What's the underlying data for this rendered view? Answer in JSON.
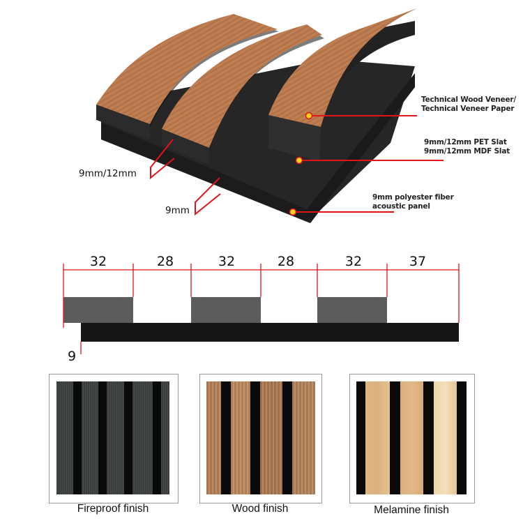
{
  "exploded_view": {
    "callouts": [
      {
        "id": "veneer",
        "lines": [
          "Technical Wood Veneer/",
          "Technical Veneer Paper"
        ]
      },
      {
        "id": "slat",
        "lines": [
          "9mm/12mm PET Slat",
          "9mm/12mm MDF Slat"
        ]
      },
      {
        "id": "base",
        "lines": [
          "9mm polyester fiber",
          "acoustic panel"
        ]
      }
    ],
    "dimensions": {
      "slat_thickness": "9mm/12mm",
      "base_thickness": "9mm"
    },
    "colors": {
      "wood": "#b9774c",
      "felt": "#2a2a2a",
      "callout_line": "#e0141b",
      "callout_dot": "#ffd21a"
    }
  },
  "cross_section": {
    "widths": [
      "32",
      "28",
      "32",
      "28",
      "32",
      "37"
    ],
    "base_offset": "9",
    "colors": {
      "slat": "#5c5c5c",
      "base": "#161616",
      "dimension_line": "#e0141b"
    }
  },
  "finishes": [
    {
      "label": "Fireproof finish",
      "slat_color": "#3d4140",
      "gap_color": "#0a0a0a"
    },
    {
      "label": "Wood finish",
      "slat_color": "#a57a55",
      "gap_color": "#0a0a0a"
    },
    {
      "label": "Melamine finish",
      "slat_color": "#ddb786",
      "gap_color": "#0a0a0a"
    }
  ]
}
